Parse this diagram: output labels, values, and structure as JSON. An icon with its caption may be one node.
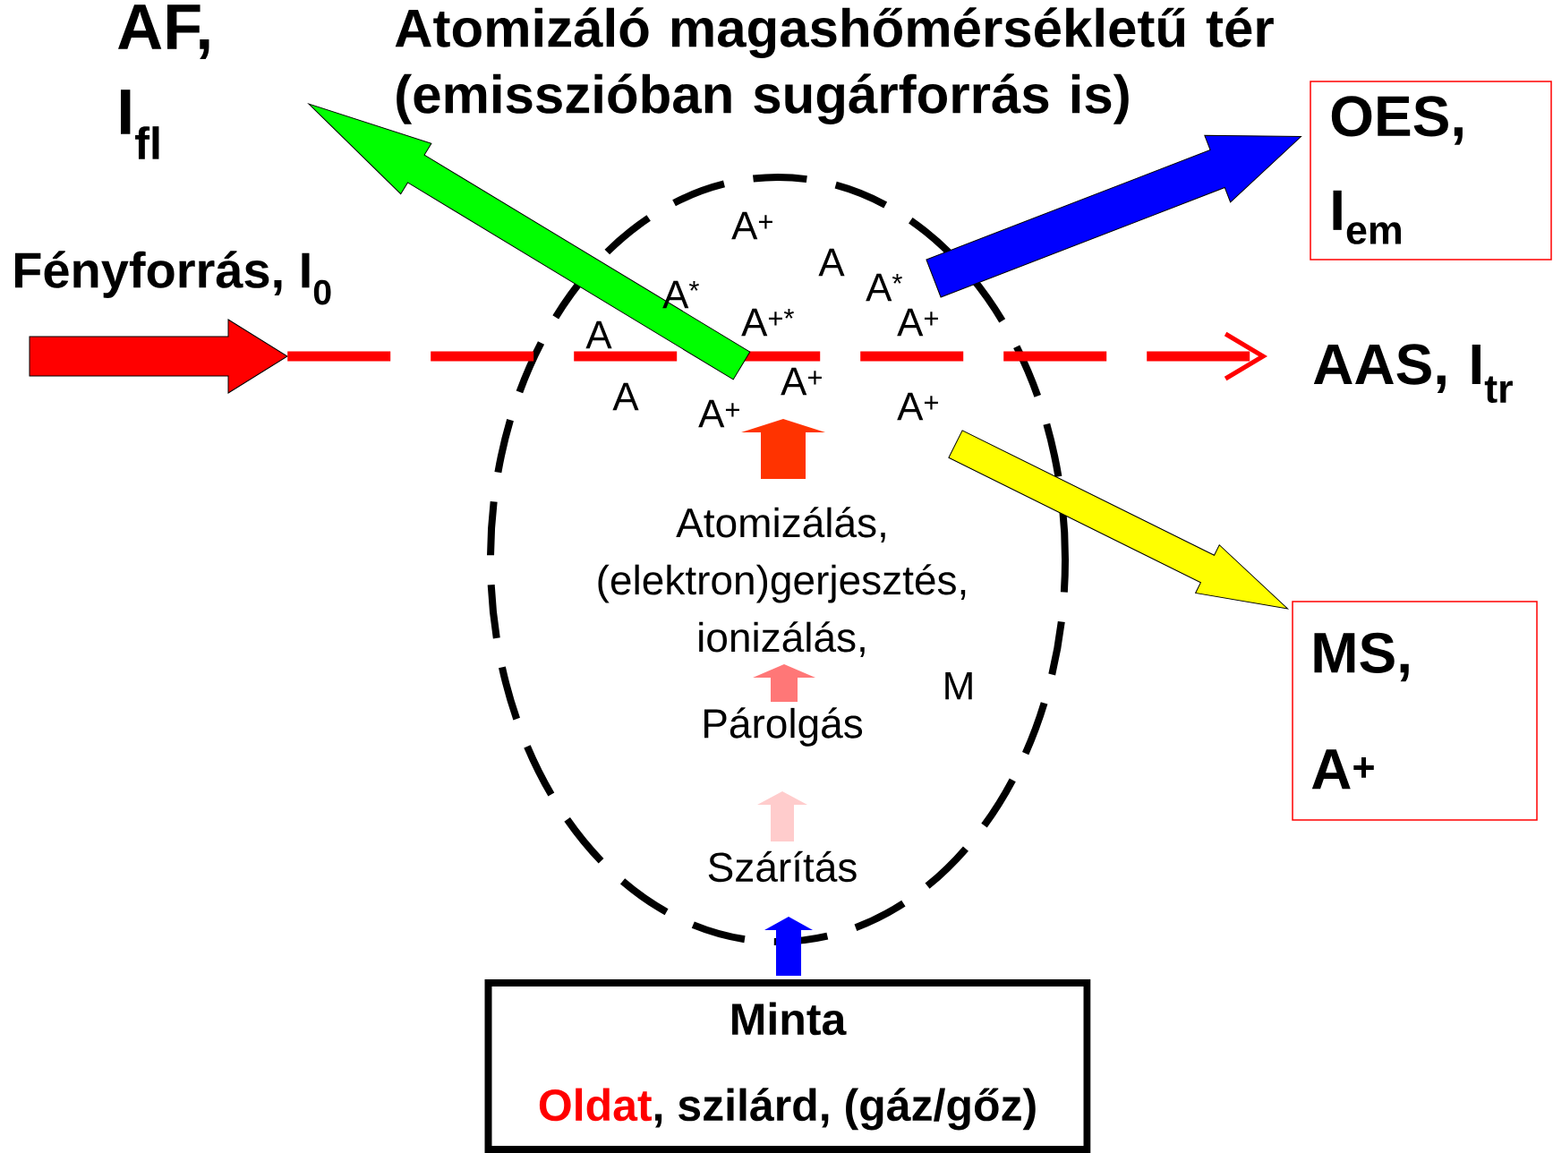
{
  "diagram": {
    "nodes": [
      {
        "text": [
          "Atomizáló magashőmérsékletű tér (emisszióban sugárforrás is)"
        ]
      },
      {
        "text": [
          "Atomizálás, (elektron)gerjesztés, ionizálás,"
        ],
        "in": 0
      },
      {
        "text": [
          "Párolgás"
        ],
        "in": 0
      },
      {
        "text": [
          "Szárítás"
        ],
        "in": 0
      },
      {
        "text": [
          "Minta",
          "Oldat",
          ", szilárd, (gáz/gőz)"
        ]
      },
      {
        "text": [],
        "shape": "arrow",
        "beside": [
          "Fényforrás, I$_{0}$"
        ]
      },
      {
        "text": [
          "AAS, I$_{tr}$"
        ]
      },
      {
        "text": [
          "AF, I$_{fl}$"
        ]
      },
      {
        "text": [
          "OES, I$_{em}$"
        ]
      },
      {
        "text": [
          "MS, A$^{+}$"
        ]
      }
    ],
    "edges": [
      {
        "from": 5,
        "to": 6,
        "arrow": "to",
        "style": "dashed",
        "color": "#ff0000"
      },
      {
        "from": 0,
        "to": 7,
        "arrow": "to",
        "color": "#00ff00"
      },
      {
        "from": 0,
        "to": 8,
        "arrow": "to",
        "color": "#0000ff"
      },
      {
        "from": 0,
        "to": 9,
        "arrow": "to",
        "color": "#ffff00"
      },
      {
        "from": 1,
        "to": null,
        "arrow": "to",
        "color": "#ff3300"
      },
      {
        "from": 2,
        "to": 1,
        "arrow": "to",
        "color": "#ff7777"
      },
      {
        "from": 3,
        "to": 2,
        "arrow": "to",
        "color": "#ffcccc"
      },
      {
        "from": 4,
        "to": 0,
        "arrow": "to",
        "color": "#0000ff"
      }
    ],
    "labels": [
      "A$^{+}$",
      "A",
      "A$^{*}$",
      "A$^{*}$",
      "A$^{+*}$",
      "A$^{+}$",
      "A",
      "A$^{+}$",
      "A",
      "A$^{+}$",
      "A$^{+}$",
      "M"
    ]
  }
}
